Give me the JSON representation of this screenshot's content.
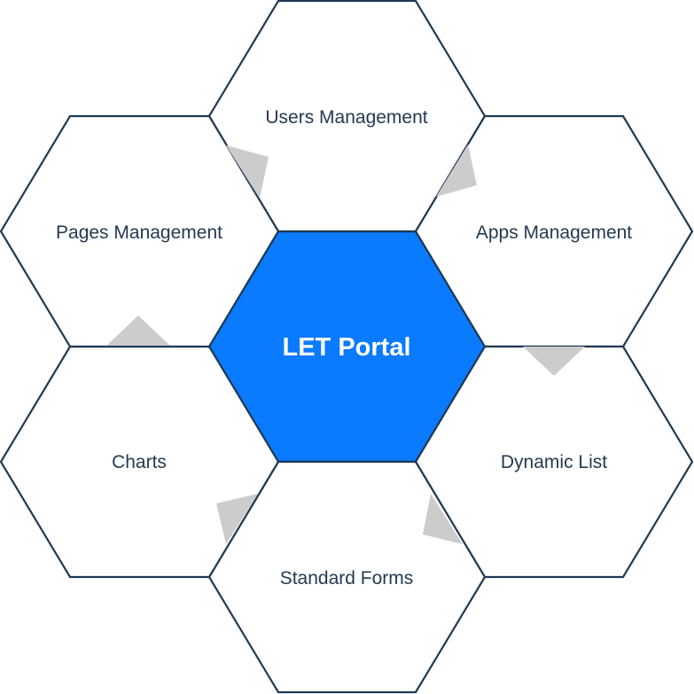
{
  "center": {
    "label": "LET Portal",
    "color": "#0a7aff"
  },
  "modules": [
    {
      "id": "users",
      "label": "Users Management"
    },
    {
      "id": "apps",
      "label": "Apps Management"
    },
    {
      "id": "dynamic-list",
      "label": "Dynamic List"
    },
    {
      "id": "standard-forms",
      "label": "Standard Forms"
    },
    {
      "id": "charts",
      "label": "Charts"
    },
    {
      "id": "pages",
      "label": "Pages Management"
    }
  ],
  "colors": {
    "outline": "#1f3a55",
    "label": "#243a52",
    "arrow": "#cccccc"
  }
}
